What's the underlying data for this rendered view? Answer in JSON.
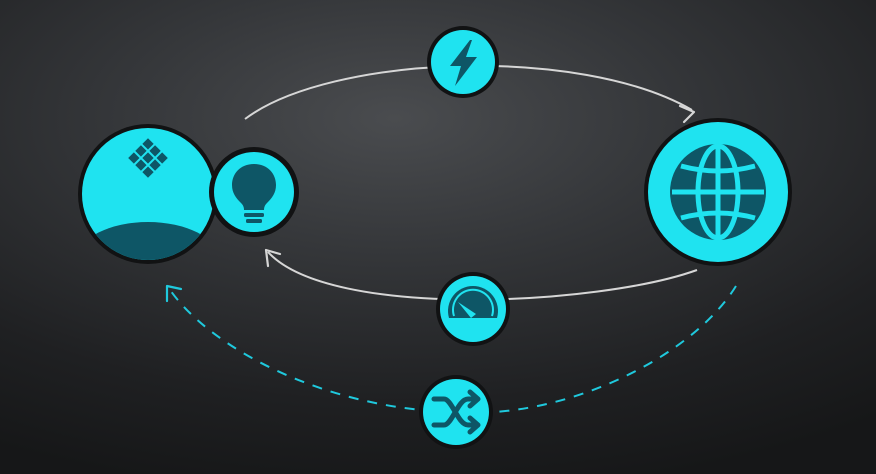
{
  "colors": {
    "accent": "#1fe3f0",
    "icon_dark": "#0e5666",
    "ring": "#111213",
    "arrow_white": "#d6d6d6",
    "arrow_dashed": "#1fc9dd",
    "background": "#2e3033"
  },
  "nodes": [
    {
      "name": "user-avatar",
      "icon": "user-with-logo-icon"
    },
    {
      "name": "idea",
      "icon": "lightbulb-icon"
    },
    {
      "name": "internet",
      "icon": "globe-icon"
    },
    {
      "name": "power",
      "icon": "lightning-bolt-icon"
    },
    {
      "name": "performance",
      "icon": "speedometer-icon"
    },
    {
      "name": "exchange",
      "icon": "shuffle-icon"
    }
  ],
  "connections": [
    {
      "from": "user-avatar",
      "to": "internet",
      "style": "solid",
      "via": "power"
    },
    {
      "from": "internet",
      "to": "idea",
      "style": "solid",
      "via": "performance"
    },
    {
      "from": "internet",
      "to": "user-avatar",
      "style": "dashed",
      "via": "exchange"
    }
  ]
}
